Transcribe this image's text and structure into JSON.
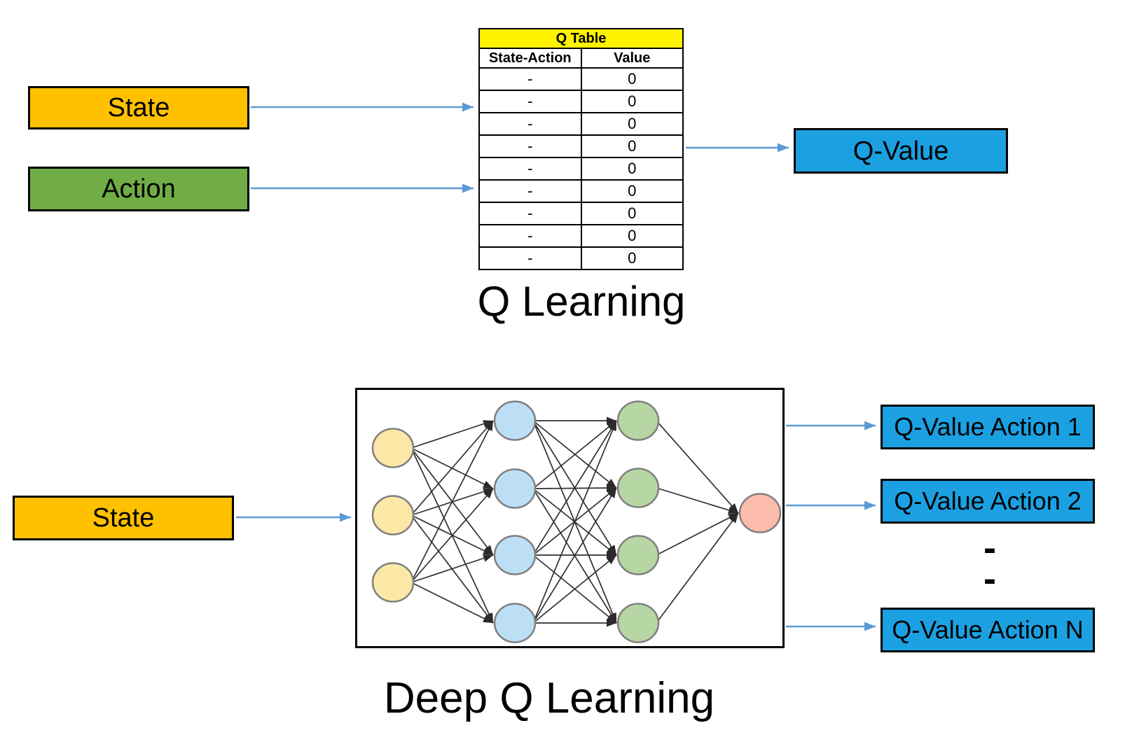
{
  "colors": {
    "background": "#FFFFFF",
    "state_box": "#FFC000",
    "action_box": "#70AD47",
    "value_box": "#1BA1E2",
    "table_header": "#FFF200",
    "box_border": "#000000",
    "arrow": "#5B9BD5",
    "text": "#000000"
  },
  "q_learning": {
    "title": "Q Learning",
    "state_label": "State",
    "action_label": "Action",
    "q_value_label": "Q-Value",
    "table": {
      "title": "Q Table",
      "headers": [
        "State-Action",
        "Value"
      ],
      "rows": [
        [
          "-",
          "0"
        ],
        [
          "-",
          "0"
        ],
        [
          "-",
          "0"
        ],
        [
          "-",
          "0"
        ],
        [
          "-",
          "0"
        ],
        [
          "-",
          "0"
        ],
        [
          "-",
          "0"
        ],
        [
          "-",
          "0"
        ],
        [
          "-",
          "0"
        ]
      ]
    }
  },
  "deep_q_learning": {
    "title": "Deep Q Learning",
    "state_label": "State",
    "outputs": [
      "Q-Value Action 1",
      "Q-Value Action 2",
      "Q-Value Action N"
    ],
    "ellipsis": [
      "-",
      "-"
    ],
    "network": {
      "node_border": "#7F7F7F",
      "edge_color": "#303030",
      "layers": [
        {
          "name": "input-layer",
          "count": 3,
          "fill": "#FCE8A6"
        },
        {
          "name": "hidden-layer-1",
          "count": 4,
          "fill": "#BDDFF6"
        },
        {
          "name": "hidden-layer-2",
          "count": 4,
          "fill": "#B6D7A3"
        },
        {
          "name": "output-layer",
          "count": 1,
          "fill": "#FBBCAB"
        }
      ]
    }
  }
}
